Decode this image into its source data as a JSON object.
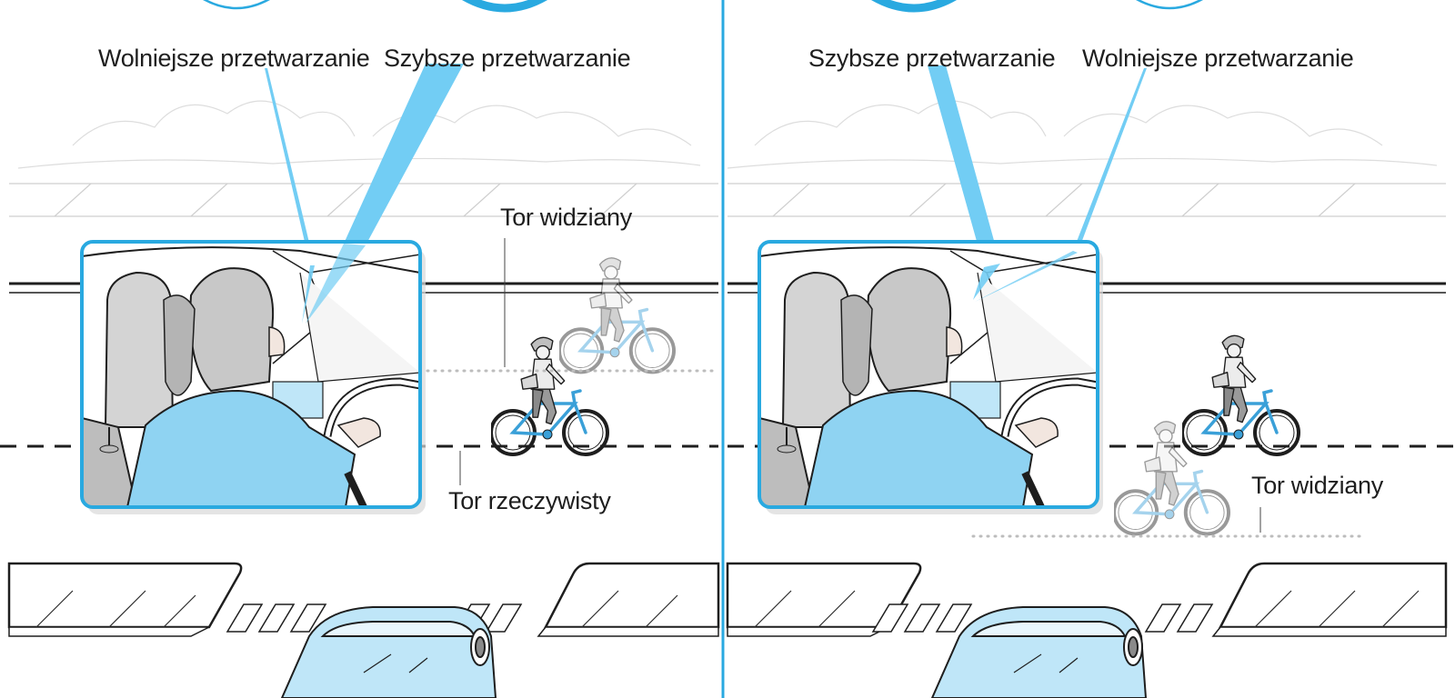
{
  "left_panel": {
    "label_slower": "Wolniejsze przetwarzanie",
    "label_faster": "Szybsze przetwarzanie",
    "label_seen_path": "Tor widziany",
    "label_actual_path": "Tor rzeczywisty"
  },
  "right_panel": {
    "label_faster": "Szybsze przetwarzanie",
    "label_slower": "Wolniejsze przetwarzanie",
    "label_seen_path": "Tor widziany"
  },
  "colors": {
    "accent_blue": "#29a9e0",
    "beam_blue": "#72cdf4",
    "car_blue": "#bfe6f8",
    "ink": "#1e1e1e",
    "ghost_gray": "#b8b8b8"
  }
}
